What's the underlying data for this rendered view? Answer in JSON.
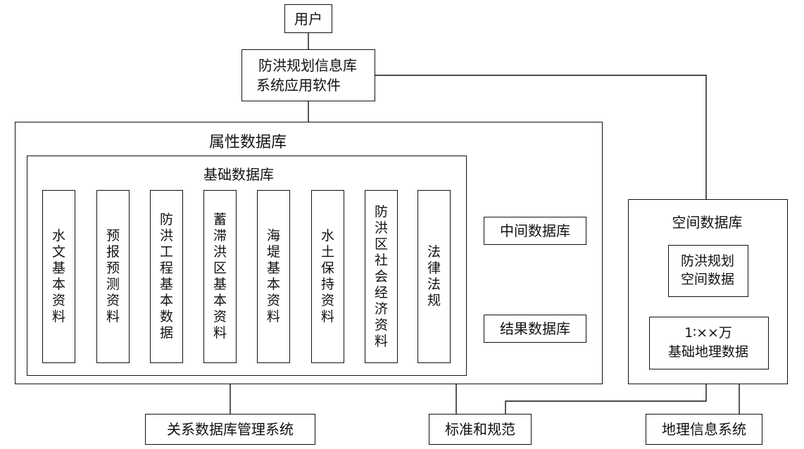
{
  "diagram": {
    "user": "用户",
    "software": [
      "防洪规划信息库",
      "系统应用软件"
    ],
    "attribute_db": {
      "title": "属性数据库",
      "basic_db": {
        "title": "基础数据库",
        "columns": [
          "水文基本资料",
          "预报预测资料",
          "防洪工程基本数据",
          "蓄滞洪区基本资料",
          "海堤基本资料",
          "水土保持资料",
          "防洪区社会经济资料",
          "法律法规"
        ]
      },
      "intermediate_db": "中间数据库",
      "result_db": "结果数据库"
    },
    "spatial_db": {
      "title": "空间数据库",
      "planning_spatial": [
        "防洪规划",
        "空间数据"
      ],
      "basic_geo": [
        "1∶××万",
        "基础地理数据"
      ]
    },
    "rdbms": "关系数据库管理系统",
    "standards": "标准和规范",
    "gis": "地理信息系统"
  }
}
